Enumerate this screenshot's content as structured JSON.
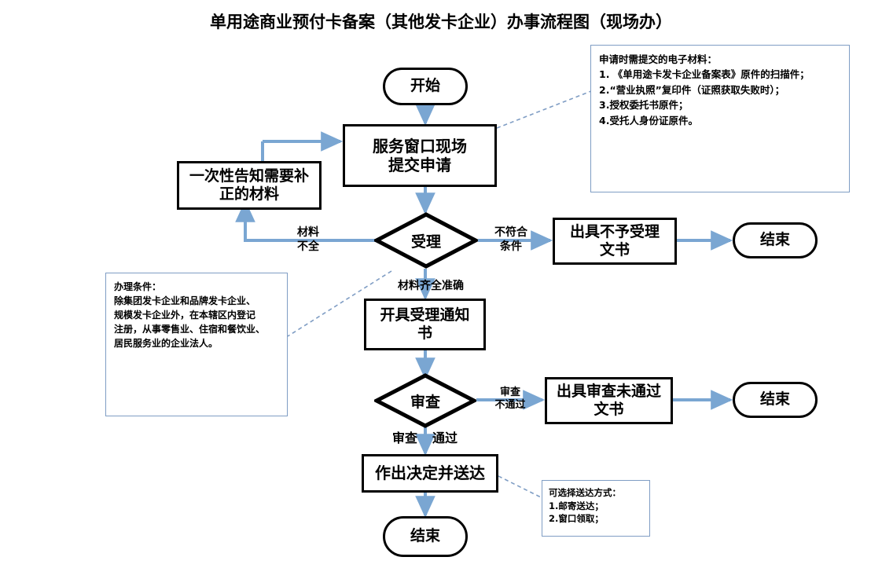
{
  "title": "单用途商业预付卡备案（其他发卡企业）办事流程图（现场办）",
  "theme": {
    "arrow_color": "#7aa6d2",
    "node_border": "#000000",
    "note_border": "#7f9dc4",
    "background": "#ffffff"
  },
  "nodes": {
    "start_top": "开始",
    "submit": "服务窗口现场\n提交申请",
    "notify_supplement": "一次性告知需要补\n正的材料",
    "accept_decision": "受理",
    "reject_doc": "出具不予受理\n文书",
    "end_reject": "结束",
    "acceptance_notice": "开具受理通知\n书",
    "review_decision": "审查",
    "review_fail_doc": "出具审查未通过\n文书",
    "end_review_fail": "结束",
    "decide_deliver": "作出决定并送达",
    "end_final": "结束"
  },
  "edge_labels": {
    "materials_incomplete": "材料\n不全",
    "not_meeting_conditions": "不符合\n条件",
    "materials_complete": "材料齐全准确",
    "review_not_passed": "审查\n不通过",
    "review_label": "审查",
    "review_passed": "通过"
  },
  "notes": {
    "materials": {
      "head": "申请时需提交的电子材料：",
      "lines": [
        "1. 《单用途卡发卡企业备案表》原件的扫描件；",
        "2.“营业执照”复印件（证照获取失败时）；",
        "3.授权委托书原件；",
        "4.受托人身份证原件。"
      ]
    },
    "conditions": {
      "head": "办理条件：",
      "lines": [
        "除集团发卡企业和品牌发卡企业、",
        "规模发卡企业外，在本辖区内登记",
        "注册，从事零售业、住宿和餐饮业、",
        "居民服务业的企业法人。"
      ]
    },
    "delivery": {
      "head": "可选择送达方式：",
      "lines": [
        "1.邮寄送达；",
        "2.窗口领取；"
      ]
    }
  }
}
